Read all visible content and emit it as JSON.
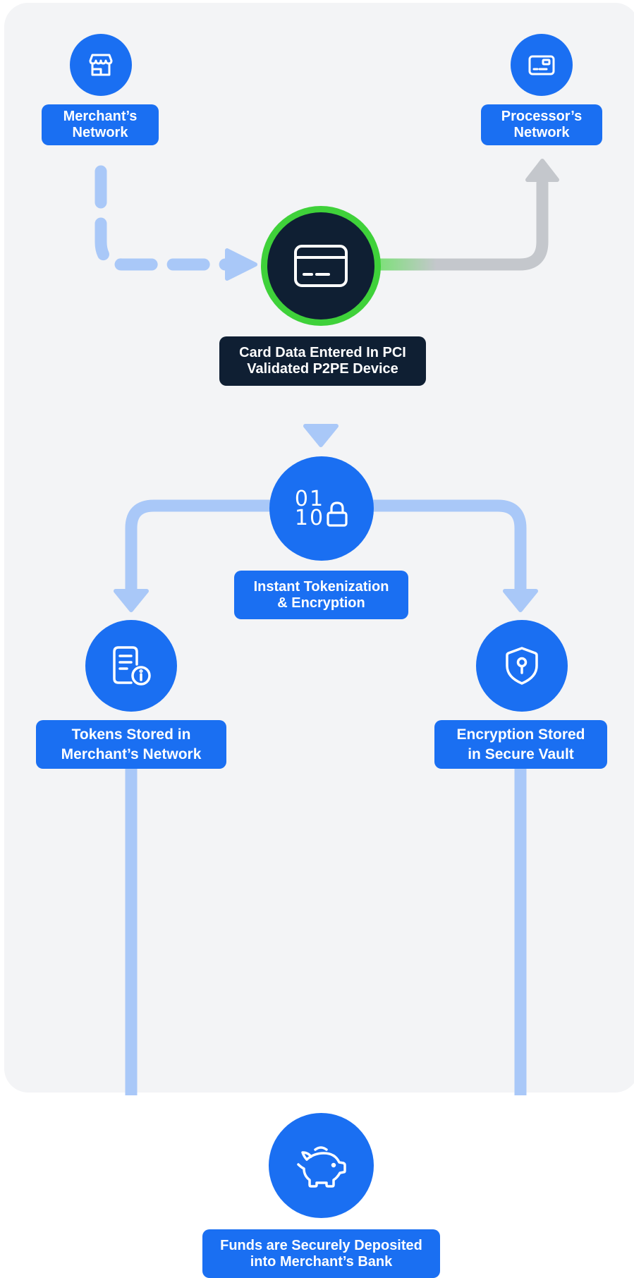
{
  "nodes": {
    "merchant_network": {
      "icon": "storefront-icon",
      "label_lines": [
        "Merchant’s",
        "Network"
      ]
    },
    "processor_network": {
      "icon": "card-terminal-icon",
      "label_lines": [
        "Processor’s",
        "Network"
      ]
    },
    "p2pe_device": {
      "icon": "credit-card-icon",
      "label_lines": [
        "Card Data Entered In PCI",
        "Validated P2PE Device"
      ]
    },
    "tokenization": {
      "icon": "binary-lock-icon",
      "icon_text": [
        "01",
        "10"
      ],
      "label_lines": [
        "Instant Tokenization",
        "& Encryption"
      ]
    },
    "tokens_stored": {
      "icon": "document-info-icon",
      "label_lines": [
        "Tokens Stored in",
        "Merchant’s Network"
      ]
    },
    "secure_vault": {
      "icon": "shield-keyhole-icon",
      "label_lines": [
        "Encryption Stored",
        "in Secure Vault"
      ]
    },
    "funds_deposited": {
      "icon": "piggy-bank-icon",
      "label_lines": [
        "Funds are Securely Deposited",
        "into Merchant’s Bank"
      ]
    }
  },
  "edges": [
    {
      "from": "merchant_network",
      "to": "p2pe_device",
      "style": "dashed"
    },
    {
      "from": "p2pe_device",
      "to": "processor_network",
      "style": "solid"
    },
    {
      "from": "p2pe_device",
      "to": "tokenization",
      "style": "solid"
    },
    {
      "from": "tokenization",
      "to": "tokens_stored",
      "style": "solid"
    },
    {
      "from": "tokenization",
      "to": "secure_vault",
      "style": "solid"
    },
    {
      "from": "tokens_stored",
      "to": "funds_deposited",
      "style": "solid"
    },
    {
      "from": "secure_vault",
      "to": "funds_deposited",
      "style": "solid"
    }
  ],
  "colors": {
    "primary_blue": "#1a6ff2",
    "dark_navy": "#0f1f33",
    "connector_blue": "#a9c8f8",
    "connector_gray": "#c4c7cc",
    "highlight_green": "#3fd13a",
    "panel_background": "#f3f4f6"
  }
}
